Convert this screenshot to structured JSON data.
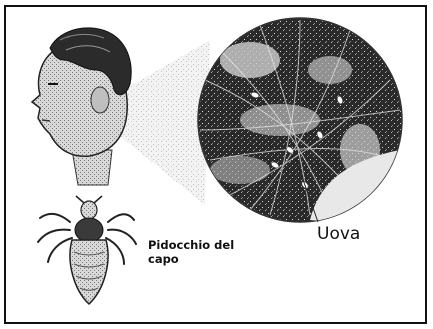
{
  "labels": {
    "eggs": "Uova",
    "head_louse": "Pidocchio del capo"
  },
  "colors": {
    "frame": "#111111",
    "ink": "#111111",
    "background": "#ffffff",
    "hair_dark": "#1a1a1a",
    "skin_grey": "#c8c8c8"
  },
  "icons": {
    "child_head": "child-head-profile-illustration",
    "magnifier": "magnified-hair-circle",
    "louse": "head-louse-illustration"
  }
}
